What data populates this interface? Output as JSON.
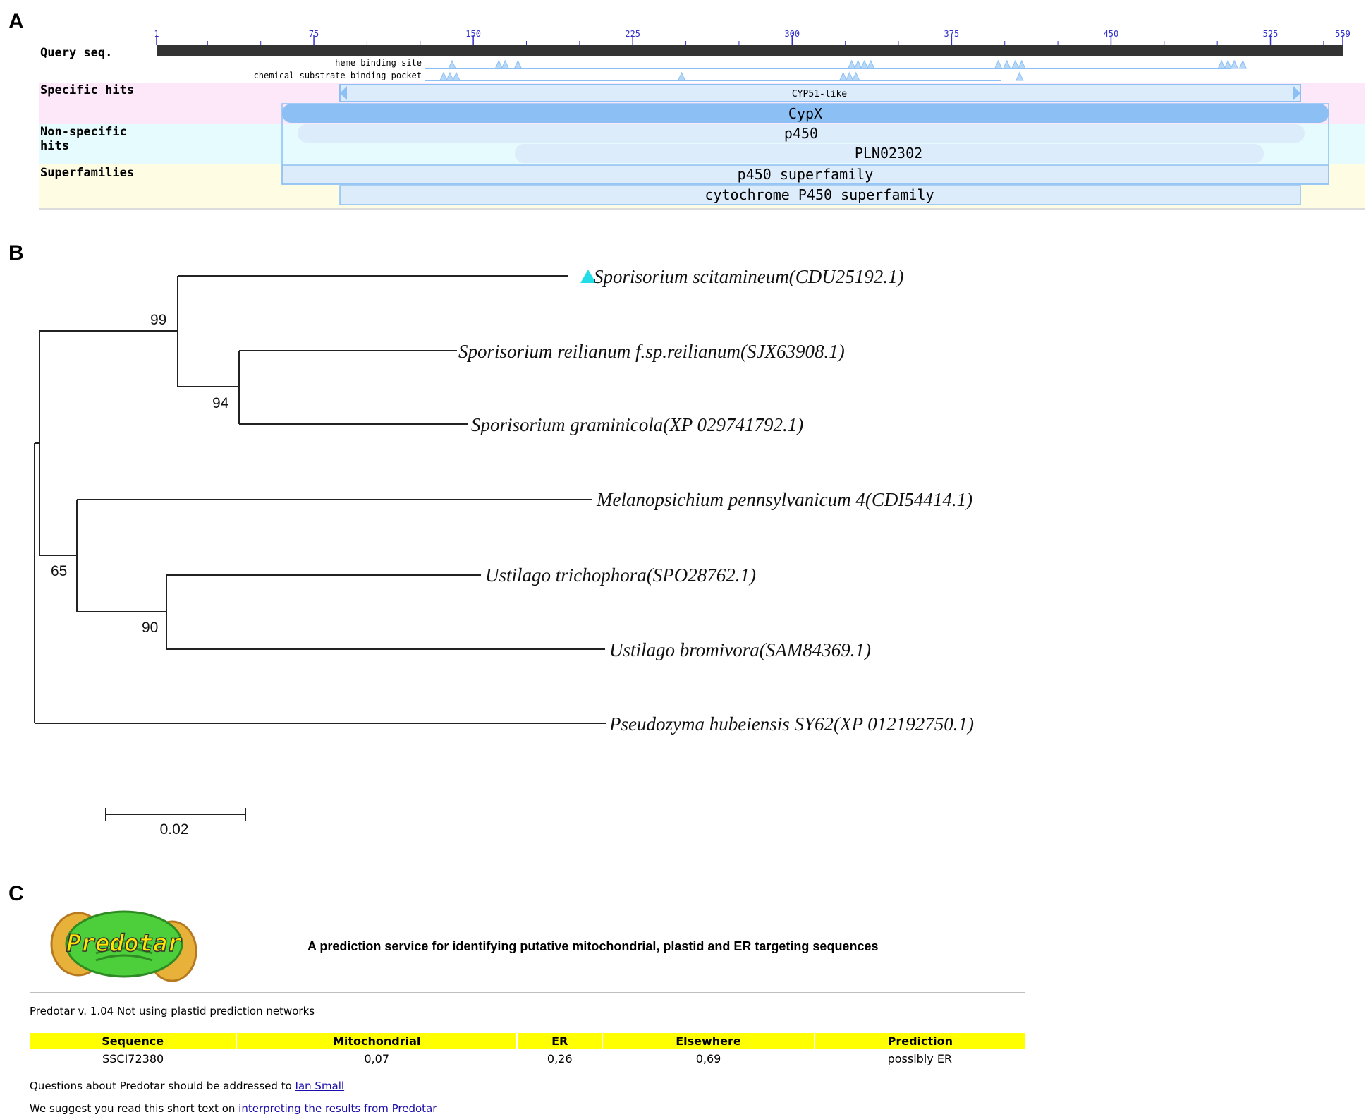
{
  "panels": {
    "a": "A",
    "b": "B",
    "c": "C"
  },
  "domain_graphic": {
    "query_label": "Query seq.",
    "ruler_ticks": [
      "1",
      "75",
      "150",
      "225",
      "300",
      "375",
      "450",
      "525",
      "559"
    ],
    "sites": {
      "heme": "heme binding site",
      "chem": "chemical substrate binding pocket"
    },
    "sections": {
      "specific": "Specific hits",
      "nonspecific_1": "Non-specific",
      "nonspecific_2": "hits",
      "superfamilies": "Superfamilies"
    },
    "bars": {
      "cyp51": "CYP51-like",
      "cypx": "CypX",
      "p450": "p450",
      "pln": "PLN02302",
      "p450_sf": "p450 superfamily",
      "cyto_sf": "cytochrome_P450 superfamily"
    },
    "colors": {
      "specific_bg": "#fde8fa",
      "nonspecific_bg": "#e6fbfd",
      "superfamily_bg": "#fefde4",
      "hit_blue": "#8cc0f5",
      "light_blue": "#dcecfb",
      "ruler_text": "#3333cc"
    }
  },
  "tree": {
    "taxa": [
      "Sporisorium scitamineum(CDU25192.1)",
      "Sporisorium reilianum f.sp.reilianum(SJX63908.1)",
      "Sporisorium graminicola(XP 029741792.1)",
      "Melanopsichium pennsylvanicum 4(CDI54414.1)",
      "Ustilago trichophora(SPO28762.1)",
      "Ustilago bromivora(SAM84369.1)",
      "Pseudozyma hubeiensis SY62(XP 012192750.1)"
    ],
    "bootstrap": [
      "99",
      "94",
      "65",
      "90"
    ],
    "scale_label": "0.02",
    "marker_color": "#22dde6"
  },
  "predotar": {
    "logo_text": "Predotar",
    "title": "A prediction service for identifying putative mitochondrial, plastid and ER targeting sequences",
    "version": "Predotar v. 1.04 Not using plastid prediction networks",
    "headers": [
      "Sequence",
      "Mitochondrial",
      "ER",
      "Elsewhere",
      "Prediction"
    ],
    "row": [
      "SSCI72380",
      "0,07",
      "0,26",
      "0,69",
      "possibly ER"
    ],
    "questions_prefix": "Questions about Predotar should be addressed to ",
    "questions_link": "Ian Small",
    "suggest_prefix": "We suggest you read this short text on ",
    "suggest_link": "interpreting the results from Predotar"
  }
}
